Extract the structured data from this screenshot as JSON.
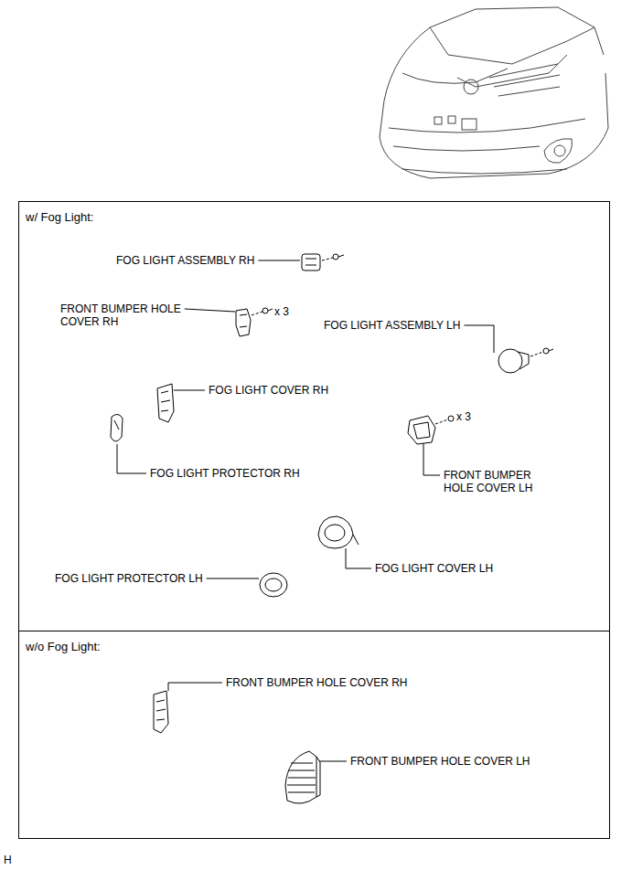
{
  "diagram": {
    "nodes": [
      {
        "text": [
          "w/ Fog Light:"
        ]
      },
      {
        "text": [
          "w/o Fog Light:"
        ]
      }
    ],
    "labels": [
      "FOG LIGHT ASSEMBLY RH",
      "FRONT BUMPER HOLE COVER RH",
      "x 3",
      "FOG LIGHT ASSEMBLY LH",
      "FOG LIGHT COVER RH",
      "x 3",
      "FOG LIGHT PROTECTOR RH",
      "FRONT BUMPER HOLE COVER LH",
      "FOG LIGHT PROTECTOR LH",
      "FOG LIGHT COVER LH",
      "FRONT BUMPER HOLE COVER RH",
      "FRONT BUMPER HOLE COVER LH",
      "H"
    ]
  }
}
